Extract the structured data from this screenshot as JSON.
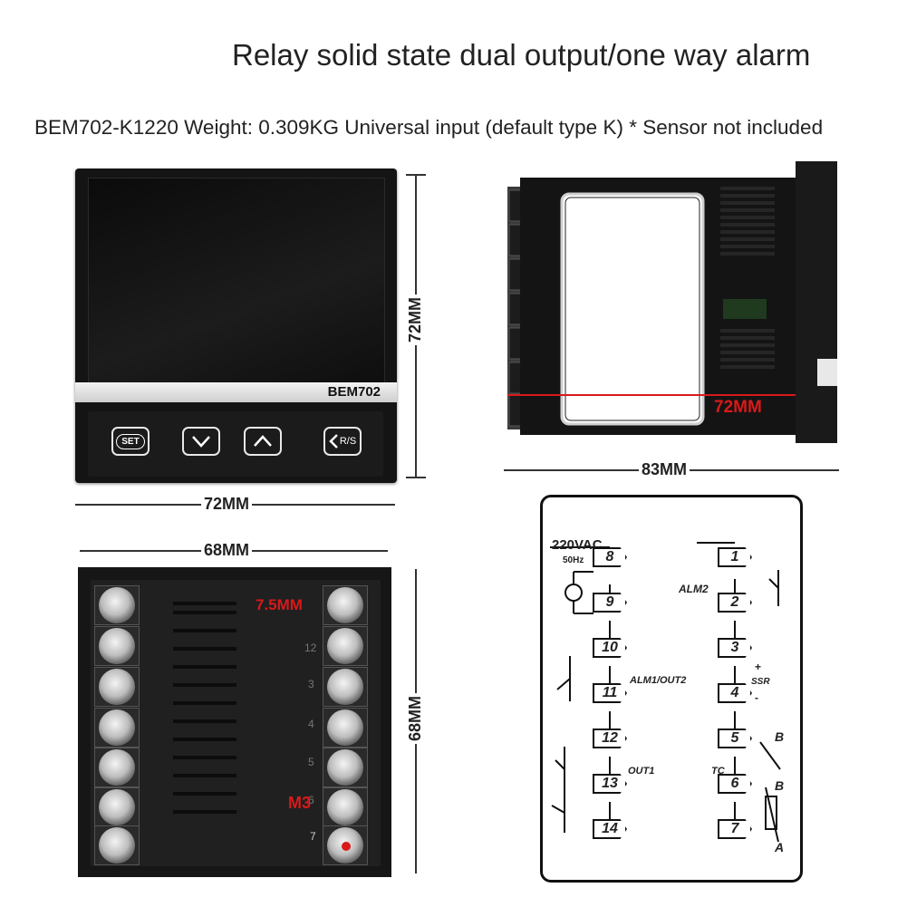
{
  "title": "Relay solid state dual output/one way alarm",
  "subtitle": "BEM702-K1220 Weight: 0.309KG Universal input (default type K) * Sensor not included",
  "front_view": {
    "model_label": "BEM702",
    "keys": [
      "SET",
      "",
      "",
      "R/S"
    ],
    "icons": [
      "set-key-icon",
      "down-arrow-icon",
      "up-arrow-icon",
      "return-run-stop-icon"
    ],
    "width_dim": "72MM",
    "height_dim": "72MM"
  },
  "rear_view": {
    "inner_dim": "72MM",
    "depth_dim": "83MM"
  },
  "terminal_view": {
    "width_dim": "68MM",
    "height_dim": "68MM",
    "pitch_label": "7.5MM",
    "screw_label": "M3",
    "right_numbers": [
      "12",
      "3",
      "4",
      "5",
      "6",
      "7"
    ]
  },
  "wiring_diagram": {
    "supply": "220VAC",
    "freq": "50Hz",
    "left_terminals": [
      "8",
      "9",
      "10",
      "11",
      "12",
      "13",
      "14"
    ],
    "right_terminals": [
      "1",
      "2",
      "3",
      "4",
      "5",
      "6",
      "7"
    ],
    "alm2": "ALM2",
    "alm1_out2": "ALM1/OUT2",
    "out1": "OUT1",
    "ssr": "SSR",
    "tc": "TC",
    "plus": "+",
    "minus": "-",
    "b1": "B",
    "b2": "B",
    "a": "A"
  },
  "colors": {
    "dimension_accent": "#d9191a",
    "device_body": "#141414"
  }
}
